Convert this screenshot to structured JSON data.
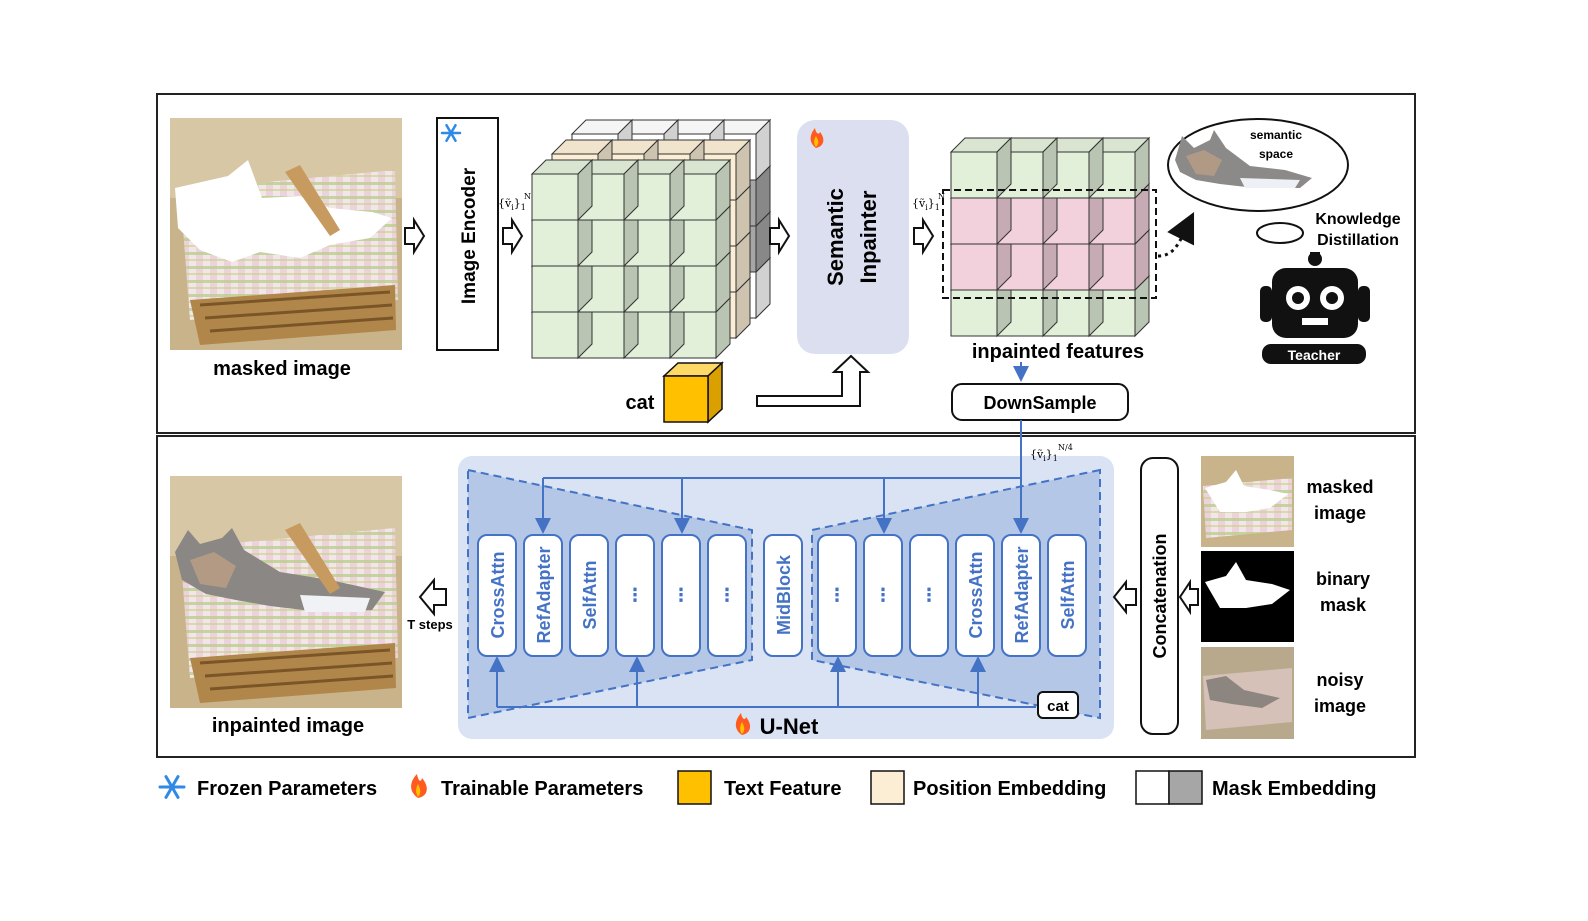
{
  "top_panel": {
    "masked_image_label": "masked image",
    "image_encoder_label": "Image Encoder",
    "tokens_n": "{ṽ",
    "tokens_sub": "i",
    "tokens_range": "}",
    "tokens_lower": "1",
    "tokens_upper": "N",
    "text_cube_label": "cat",
    "semantic_inpainter_line1": "Semantic",
    "semantic_inpainter_line2": "Inpainter",
    "inpainted_features_label": "inpainted features",
    "downsample_label": "DownSample",
    "semantic_space_line1": "semantic",
    "semantic_space_line2": "space",
    "kd_line1": "Knowledge",
    "kd_line2": "Distillation",
    "teacher_label": "Teacher"
  },
  "bottom_panel": {
    "inpainted_image_label": "inpainted image",
    "t_steps_label": "T steps",
    "unet_label": "U-Net",
    "tokens_upper": "N/4",
    "cat_label": "cat",
    "concat_label": "Concatenation",
    "encoder_blocks": [
      "CrossAttn",
      "RefAdapter",
      "SelfAttn",
      "...",
      "...",
      "..."
    ],
    "mid_block": "MidBlock",
    "decoder_blocks": [
      "...",
      "...",
      "...",
      "CrossAttn",
      "RefAdapter",
      "SelfAttn"
    ],
    "inputs": [
      {
        "line1": "masked",
        "line2": "image"
      },
      {
        "line1": "binary",
        "line2": "mask"
      },
      {
        "line1": "noisy",
        "line2": "image"
      }
    ]
  },
  "legend": {
    "frozen": "Frozen Parameters",
    "trainable": "Trainable Parameters",
    "text_feature": "Text Feature",
    "position_embedding": "Position Embedding",
    "mask_embedding": "Mask Embedding"
  },
  "colors": {
    "feature_green": "#e2efd9",
    "feature_pink": "#f2d0dc",
    "position_beige": "#fbeed5",
    "text_yellow": "#ffc000",
    "mask_gray": "#a6a6a6",
    "inpainter_bg": "#dcdff0",
    "unet_bg": "#d9e3f3",
    "unet_blue": "#4472c4",
    "frozen_blue": "#2e8ae6",
    "fire_orange": "#ff5a1f"
  }
}
